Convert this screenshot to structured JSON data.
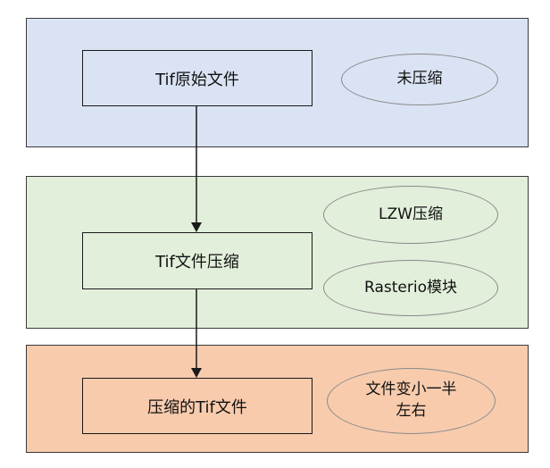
{
  "diagram": {
    "stages": [
      {
        "label": "Tif原始文件",
        "note": "未压缩"
      },
      {
        "label": "Tif文件压缩",
        "notes": [
          "LZW压缩",
          "Rasterio模块"
        ]
      },
      {
        "label": "压缩的Tif文件",
        "note_lines": [
          "文件变小一半",
          "左右"
        ]
      }
    ],
    "colors": {
      "stage1_fill": "#dae3f3",
      "stage2_fill": "#e2efda",
      "stage3_fill": "#f8cbad",
      "border": "#1a1a1a"
    }
  }
}
